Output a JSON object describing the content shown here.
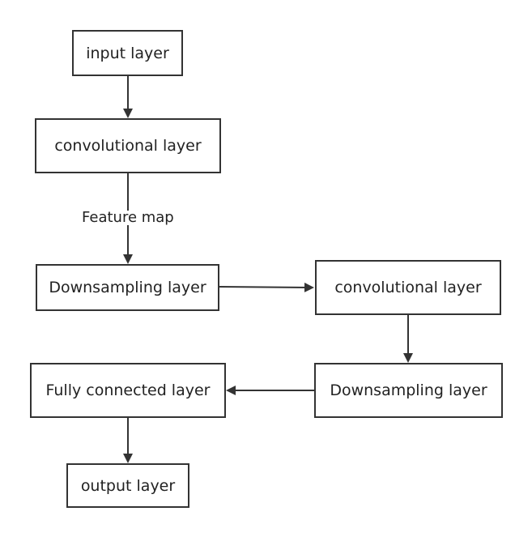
{
  "nodes": {
    "input": "input layer",
    "conv1": "convolutional layer",
    "down1": "Downsampling layer",
    "conv2": "convolutional layer",
    "down2": "Downsampling layer",
    "fc": "Fully connected layer",
    "output": "output layer"
  },
  "edge_labels": {
    "conv1_to_down1": "Feature map"
  },
  "colors": {
    "stroke": "#333333",
    "text": "#222222",
    "background": "#ffffff"
  }
}
